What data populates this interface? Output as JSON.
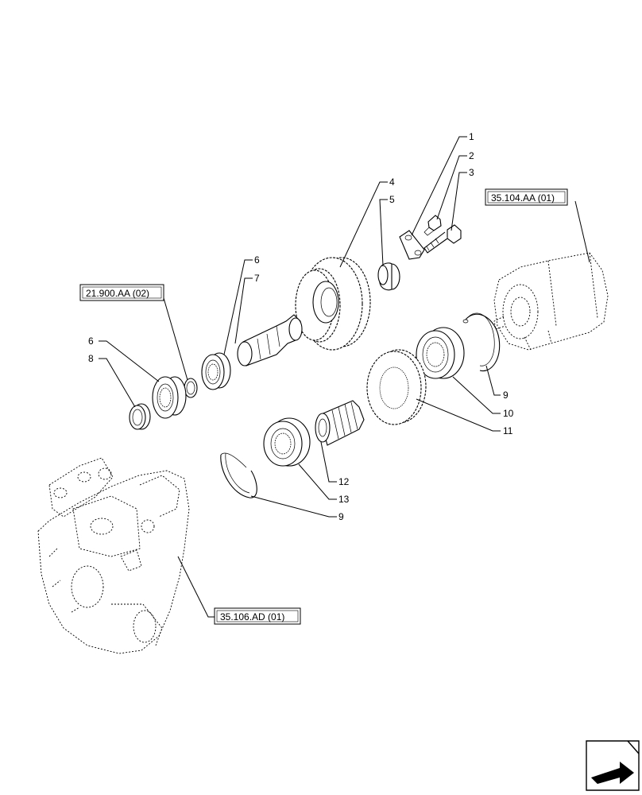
{
  "callouts": [
    {
      "id": "c1",
      "label": "1"
    },
    {
      "id": "c2",
      "label": "2"
    },
    {
      "id": "c3",
      "label": "3"
    },
    {
      "id": "c4",
      "label": "4"
    },
    {
      "id": "c5",
      "label": "5"
    },
    {
      "id": "c6a",
      "label": "6"
    },
    {
      "id": "c7",
      "label": "7"
    },
    {
      "id": "c6b",
      "label": "6"
    },
    {
      "id": "c8",
      "label": "8"
    },
    {
      "id": "c9a",
      "label": "9"
    },
    {
      "id": "c10",
      "label": "10"
    },
    {
      "id": "c11",
      "label": "11"
    },
    {
      "id": "c12",
      "label": "12"
    },
    {
      "id": "c13",
      "label": "13"
    },
    {
      "id": "c9b",
      "label": "9"
    }
  ],
  "references": {
    "hydraulic_pump_ref": "35.104.AA (01)",
    "bearing_ref": "21.900.AA (02)",
    "housing_ref": "35.106.AD (01)"
  },
  "icons": {
    "nav": "next-page-arrow-icon"
  }
}
